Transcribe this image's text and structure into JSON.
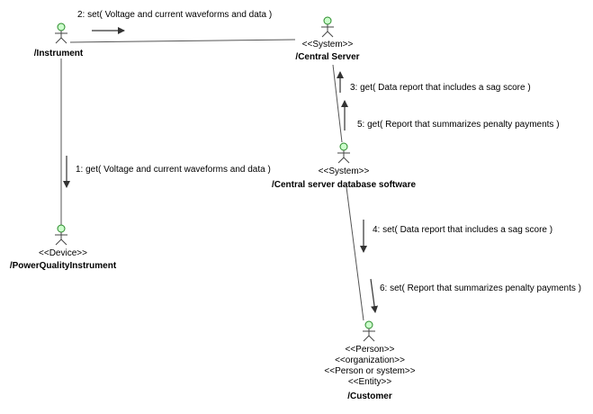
{
  "actors": {
    "instrument": {
      "name": "/Instrument",
      "stereotypes": []
    },
    "central_server": {
      "name": "/Central Server",
      "stereotypes": [
        "<<System>>"
      ]
    },
    "db_software": {
      "name": "/Central server database software",
      "stereotypes": [
        "<<System>>"
      ]
    },
    "pq_instrument": {
      "name": "/PowerQualityInstrument",
      "stereotypes": [
        "<<Device>>"
      ]
    },
    "customer": {
      "name": "/Customer",
      "stereotypes": [
        "<<Person>>",
        "<<organization>>",
        "<<Person or system>>",
        "<<Entity>>"
      ]
    }
  },
  "messages": {
    "m1": "1: get( Voltage and current waveforms and data )",
    "m2": "2: set( Voltage and current waveforms and data )",
    "m3": "3: get( Data report that includes a sag score )",
    "m4": "4: set( Data report that includes a sag score )",
    "m5": "5: get( Report that summarizes penalty payments )",
    "m6": "6: set( Report that summarizes penalty payments )"
  },
  "colors": {
    "actor_head": "#ccffcc",
    "line": "#555555"
  }
}
